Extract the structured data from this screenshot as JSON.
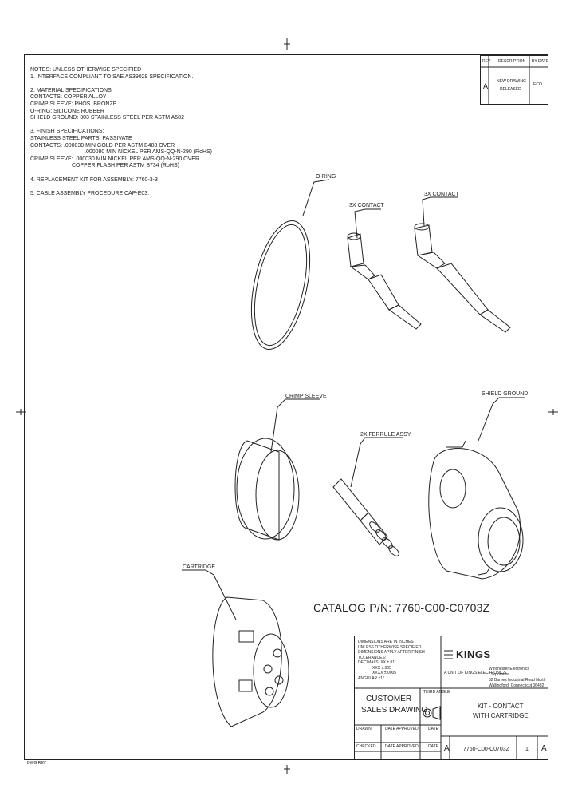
{
  "notes": [
    "NOTES: UNLESS OTHERWISE SPECIFIED",
    "  1. INTERFACE COMPLIANT TO SAE AS39029 SPECIFICATION.",
    "",
    "  2. MATERIAL SPECIFICATIONS:",
    "       CONTACTS: COPPER ALLOY",
    "       CRIMP SLEEVE: PHOS. BRONZE",
    "       O-RING: SILICONE RUBBER",
    "       SHIELD GROUND: 303 STAINLESS STEEL PER ASTM A582",
    "",
    "  3. FINISH SPECIFICATIONS:",
    "       STAINLESS STEEL PARTS: PASSIVATE",
    "       CONTACTS: .000030 MIN GOLD PER ASTM B488 OVER",
    "                    .000080 MIN NICKEL PER AMS-QQ-N-290 (RoHS)",
    "       CRIMP SLEEVE: .000030 MIN NICKEL PER AMS-QQ-N-290 OVER",
    "                    COPPER FLASH PER ASTM B734 (RoHS)",
    "",
    "  4. REPLACEMENT KIT FOR ASSEMBLY: 7760-3-3",
    "",
    "  5. CABLE ASSEMBLY PROCEDURE CAP-E03."
  ],
  "labels": {
    "oring": "O-RING",
    "contact1": "3X CONTACT",
    "contact2": "3X CONTACT",
    "crimp_sleeve": "CRIMP SLEEVE",
    "ferrule": "2X FERRULE ASSY",
    "shield_ground": "SHIELD GROUND",
    "cartridge": "CARTRIDGE"
  },
  "catalog": "CATALOG P/N: 7760-C00-C0703Z",
  "revision_block": {
    "headers": [
      "REV",
      "DESCRIPTION",
      "BY DATE"
    ],
    "rev": "A",
    "description": [
      "NEW DRAWING",
      "RELEASED"
    ],
    "by_date": "ECO"
  },
  "title_block": {
    "tolerance_notes": [
      "DIMENSIONS ARE IN INCHES",
      "UNLESS OTHERWISE SPECIFIED",
      "DIMENSIONS APPLY AFTER FINISH",
      "TOLERANCES:",
      "DECIMALS  .XX ±.01",
      "            .XXX ±.005",
      "            .XXXX ±.0005",
      "ANGULAR ±1°"
    ],
    "company_logo": "KINGS",
    "company_sub": "A UNIT OF KINGS ELECTRONICS",
    "company_address": [
      "Winchester Electronics Corporation",
      "62 Barnes Industrial Road North",
      "Wallingford, Connecticut 06492"
    ],
    "drawing_type": [
      "CUSTOMER",
      "SALES DRAWING"
    ],
    "third_angle": "THIRD ANGLE",
    "title": [
      "KIT - CONTACT",
      "WITH CARTRIDGE"
    ],
    "size": "A",
    "dwg_no": "7760-C00-C0703Z",
    "sheet": "1",
    "rev": "A",
    "row_labels": [
      "DRAWN",
      "DATE",
      "APPROVED",
      "DATE",
      "CHECKED",
      "DATE",
      "APPROVED",
      "DATE"
    ]
  },
  "corner_note": "DWG REV"
}
